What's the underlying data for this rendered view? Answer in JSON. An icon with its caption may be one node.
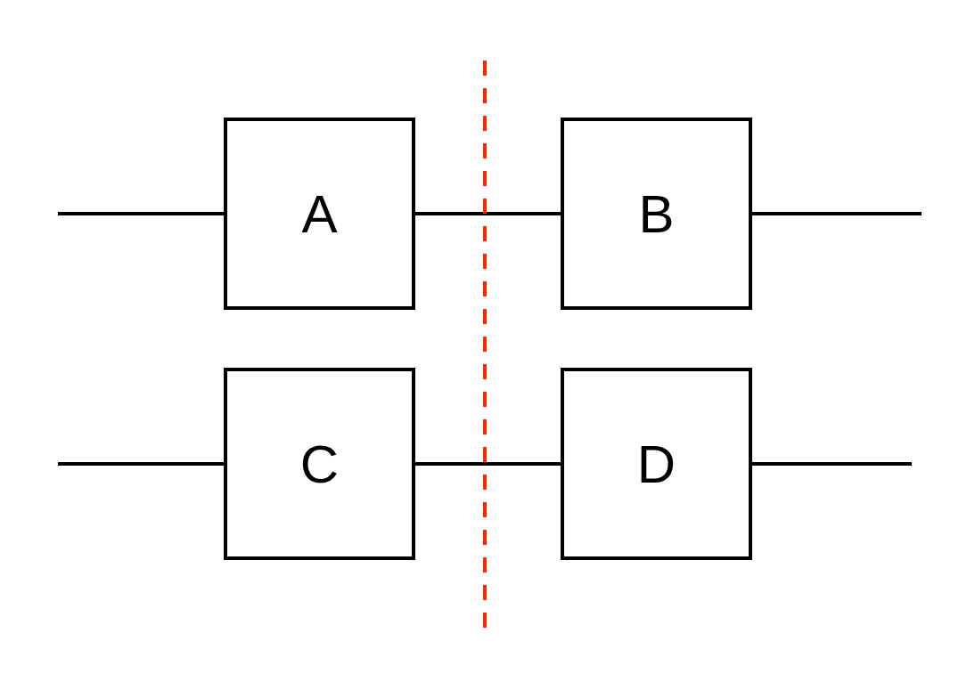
{
  "diagram": {
    "nodes": [
      {
        "text": [
          "A"
        ]
      },
      {
        "text": [
          "B"
        ]
      },
      {
        "text": [
          "C"
        ]
      },
      {
        "text": [
          "D"
        ]
      }
    ],
    "edges": [
      {
        "from": null,
        "to": 0,
        "arrow": "none"
      },
      {
        "from": 0,
        "to": 1,
        "arrow": "none"
      },
      {
        "from": 1,
        "to": null,
        "arrow": "none"
      },
      {
        "from": null,
        "to": 2,
        "arrow": "none"
      },
      {
        "from": 2,
        "to": 3,
        "arrow": "none"
      },
      {
        "from": 3,
        "to": null,
        "arrow": "none"
      }
    ]
  }
}
